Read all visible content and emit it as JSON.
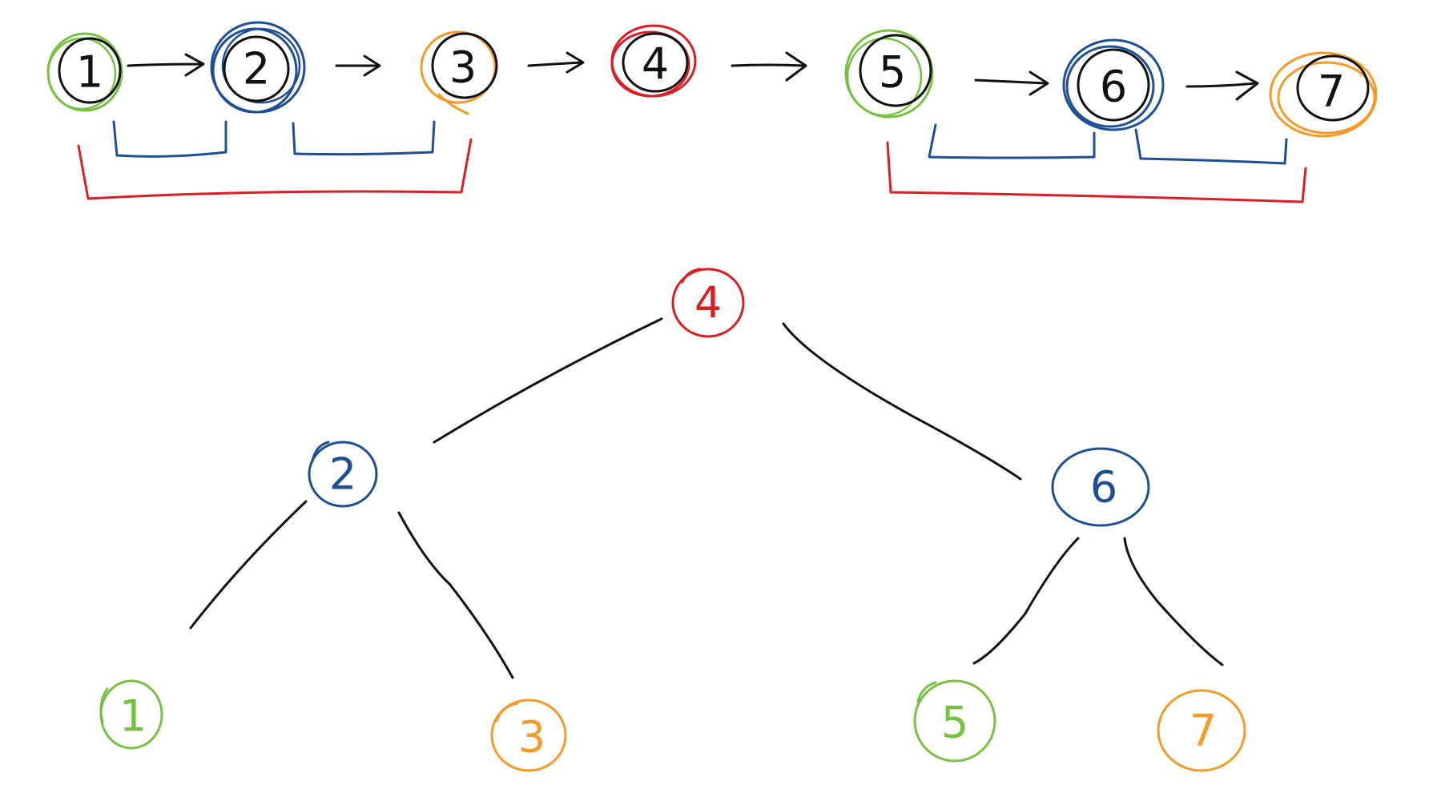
{
  "colors": {
    "ink": "#111111",
    "red": "#d91f26",
    "blue": "#1e4e93",
    "green": "#76c043",
    "orange": "#f39a2a"
  },
  "list": {
    "nodes": [
      {
        "label": "1",
        "ring": "green"
      },
      {
        "label": "2",
        "ring": "blue"
      },
      {
        "label": "3",
        "ring": "orange"
      },
      {
        "label": "4",
        "ring": "red"
      },
      {
        "label": "5",
        "ring": "green"
      },
      {
        "label": "6",
        "ring": "blue"
      },
      {
        "label": "7",
        "ring": "orange"
      }
    ]
  },
  "brackets": [
    {
      "from": "1",
      "to": "2",
      "color": "blue"
    },
    {
      "from": "2",
      "to": "3",
      "color": "blue"
    },
    {
      "from": "1",
      "to": "3",
      "color": "red"
    },
    {
      "from": "5",
      "to": "6",
      "color": "blue"
    },
    {
      "from": "6",
      "to": "7",
      "color": "blue"
    },
    {
      "from": "5",
      "to": "7",
      "color": "red"
    }
  ],
  "tree": {
    "nodes": [
      {
        "label": "4",
        "color": "red"
      },
      {
        "label": "2",
        "color": "blue"
      },
      {
        "label": "6",
        "color": "blue"
      },
      {
        "label": "1",
        "color": "green"
      },
      {
        "label": "3",
        "color": "orange"
      },
      {
        "label": "5",
        "color": "green"
      },
      {
        "label": "7",
        "color": "orange"
      }
    ],
    "edges": [
      {
        "parent": "4",
        "child": "2"
      },
      {
        "parent": "4",
        "child": "6"
      },
      {
        "parent": "2",
        "child": "1"
      },
      {
        "parent": "2",
        "child": "3"
      },
      {
        "parent": "6",
        "child": "5"
      },
      {
        "parent": "6",
        "child": "7"
      }
    ]
  }
}
